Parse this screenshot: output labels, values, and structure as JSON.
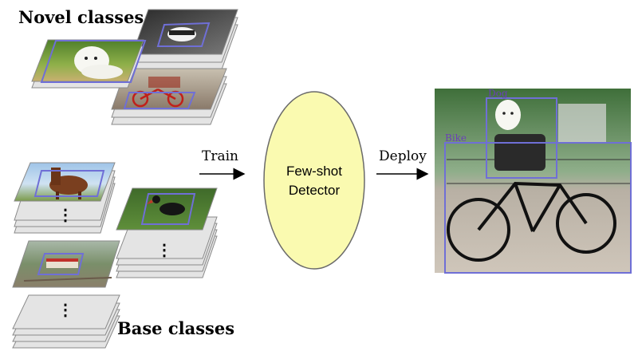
{
  "labels": {
    "novel": "Novel classes",
    "base": "Base classes",
    "train": "Train",
    "deploy": "Deploy",
    "detector_line1": "Few-shot",
    "detector_line2": "Detector"
  },
  "detections": [
    {
      "label": "Dog"
    },
    {
      "label": "Bike"
    }
  ],
  "colors": {
    "bbox": "#6f6fd6",
    "box_label": "#6a3fb8",
    "detector_fill": "#fafab0",
    "detector_stroke": "#6a6a6a",
    "card_fill": "#e4e4e4",
    "card_stroke": "#8a8a8a"
  },
  "icons": [
    "car-thumbnail",
    "dog-thumbnail",
    "bike-thumbnail",
    "horse-thumbnail",
    "bird-thumbnail",
    "train-thumbnail",
    "dog-on-bike-photo",
    "ellipsis-icon",
    "arrow-icon"
  ]
}
